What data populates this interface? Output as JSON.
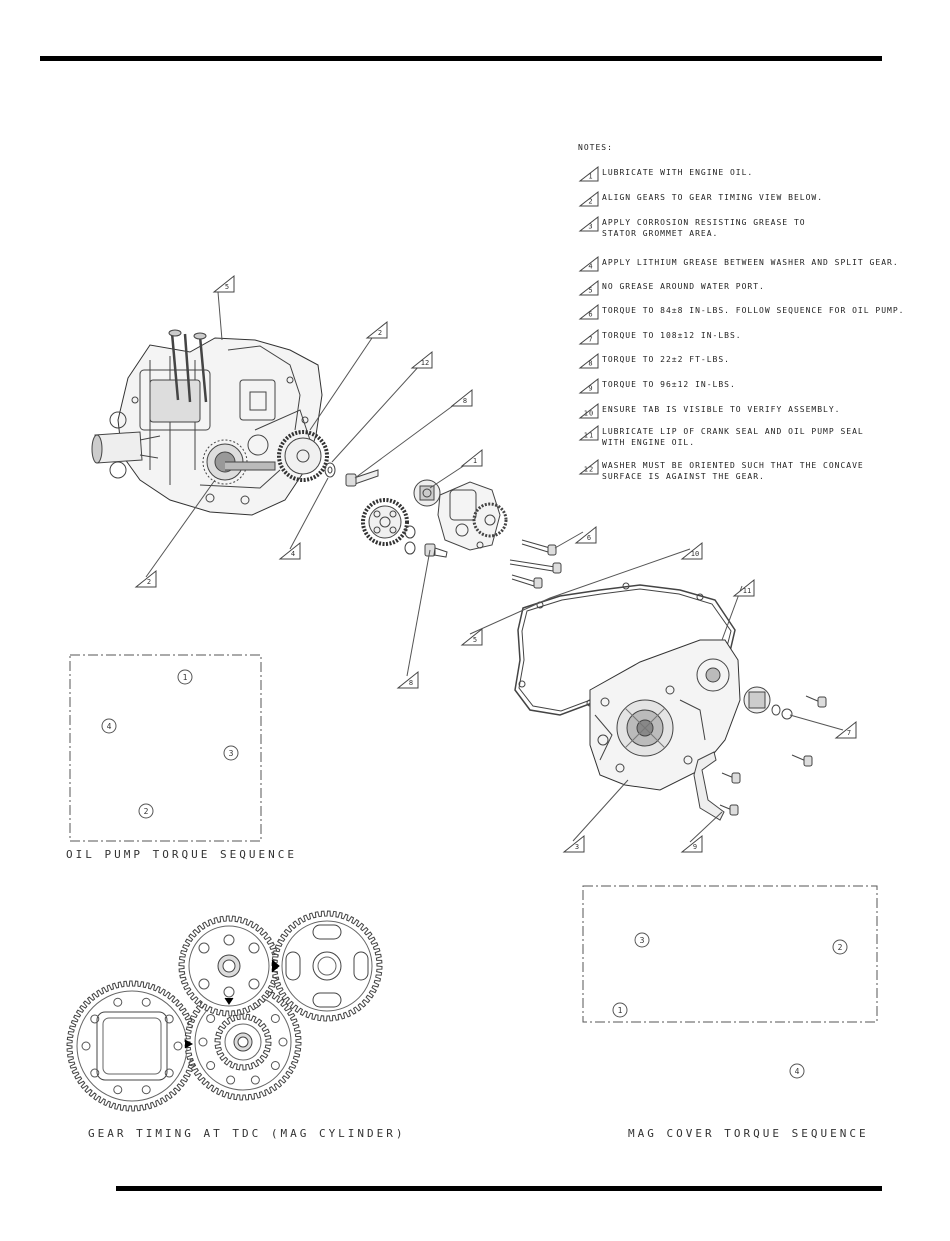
{
  "notes": {
    "header": "NOTES:",
    "items": [
      {
        "num": "1",
        "text": "LUBRICATE WITH ENGINE OIL."
      },
      {
        "num": "2",
        "text": "ALIGN GEARS TO GEAR TIMING VIEW BELOW."
      },
      {
        "num": "3",
        "text": "APPLY CORROSION RESISTING GREASE TO\nSTATOR GROMMET AREA."
      },
      {
        "num": "4",
        "text": "APPLY LITHIUM GREASE BETWEEN WASHER AND SPLIT GEAR."
      },
      {
        "num": "5",
        "text": "NO GREASE AROUND WATER PORT."
      },
      {
        "num": "6",
        "text": "TORQUE TO 84±8 IN-LBS.  FOLLOW SEQUENCE FOR OIL PUMP."
      },
      {
        "num": "7",
        "text": "TORQUE TO 108±12 IN-LBS."
      },
      {
        "num": "8",
        "text": "TORQUE TO 22±2 FT-LBS."
      },
      {
        "num": "9",
        "text": "TORQUE TO 96±12 IN-LBS."
      },
      {
        "num": "10",
        "text": "ENSURE TAB IS VISIBLE TO VERIFY ASSEMBLY."
      },
      {
        "num": "11",
        "text": "LUBRICATE LIP OF CRANK SEAL AND OIL PUMP SEAL\nWITH ENGINE OIL."
      },
      {
        "num": "12",
        "text": "WASHER MUST BE ORIENTED SUCH THAT THE CONCAVE\nSURFACE IS AGAINST THE GEAR."
      }
    ]
  },
  "callouts": [
    "5",
    "2",
    "12",
    "8",
    "1",
    "4",
    "2",
    "6",
    "10",
    "11",
    "5",
    "8",
    "7",
    "3",
    "9"
  ],
  "oil_pump_sequence": {
    "title": "OIL PUMP TORQUE SEQUENCE",
    "points": [
      "1",
      "4",
      "3",
      "2"
    ]
  },
  "gear_timing": {
    "title": "GEAR TIMING AT TDC (MAG CYLINDER)"
  },
  "mag_cover_sequence": {
    "title": "MAG COVER TORQUE SEQUENCE",
    "points": [
      "3",
      "2",
      "1",
      "4"
    ]
  }
}
